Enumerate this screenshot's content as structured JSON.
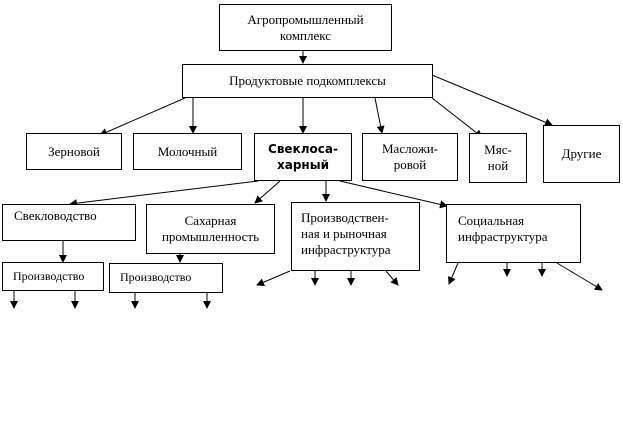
{
  "nodes": {
    "root": "Агропромышленный\nкомплекс",
    "subcomplexes": "Продуктовые подкомплексы",
    "grain": "Зерновой",
    "dairy": "Молочный",
    "sugar_beet": "Свеклоса-\nхарный",
    "oil": "Масложи-\nровой",
    "meat": "Мяс-\nной",
    "other": "Другие",
    "beet_growing": "Свекловодство",
    "sugar_industry": "Сахарная\nпромышленность",
    "prod_market_infra": "Производствен-\nная и рыночная\nинфраструктура",
    "social_infra": "Социальная\nинфраструктура",
    "production_1": "Производство",
    "production_2": "Производство"
  }
}
